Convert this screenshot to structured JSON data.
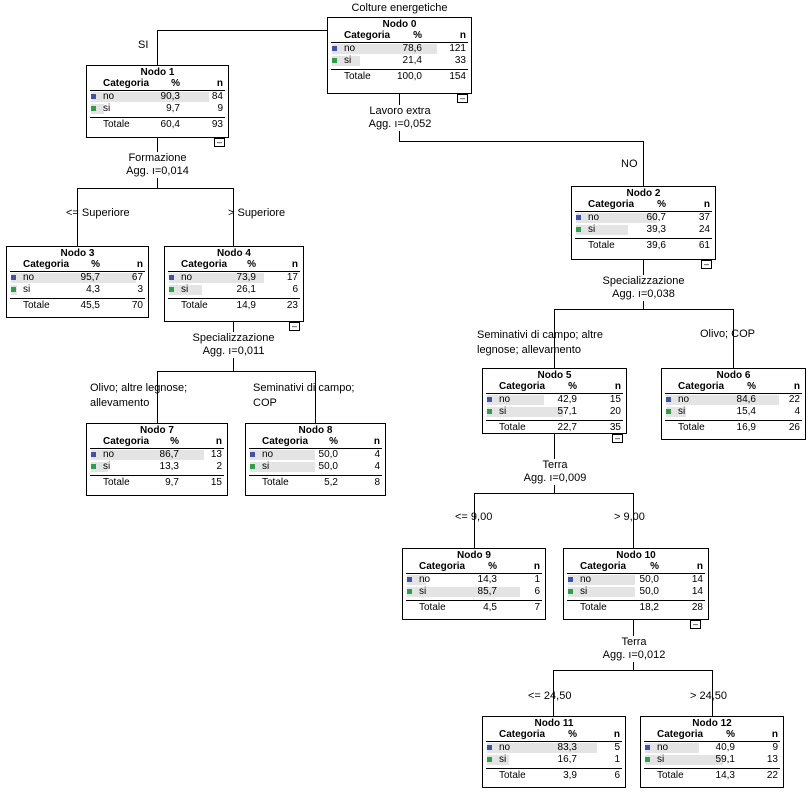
{
  "root_title": "Colture energetiche",
  "headers": {
    "category": "Categoria",
    "percent": "%",
    "n": "n"
  },
  "colors": {
    "no": "#3f51a8",
    "si": "#2e9e4a",
    "bar": "#e4e4e4"
  },
  "collapse_symbol": "–",
  "nodes": [
    {
      "title": "Nodo 0",
      "rows": [
        {
          "cat": "no",
          "pct": "78,6",
          "n": "121",
          "frac": 0.786
        },
        {
          "cat": "si",
          "pct": "21,4",
          "n": "33",
          "frac": 0.214
        }
      ],
      "total_label": "Totale",
      "total_pct": "100,0",
      "total_n": "154"
    },
    {
      "title": "Nodo 1",
      "rows": [
        {
          "cat": "no",
          "pct": "90,3",
          "n": "84",
          "frac": 0.903
        },
        {
          "cat": "si",
          "pct": "9,7",
          "n": "9",
          "frac": 0.097
        }
      ],
      "total_label": "Totale",
      "total_pct": "60,4",
      "total_n": "93"
    },
    {
      "title": "Nodo 2",
      "rows": [
        {
          "cat": "no",
          "pct": "60,7",
          "n": "37",
          "frac": 0.607
        },
        {
          "cat": "si",
          "pct": "39,3",
          "n": "24",
          "frac": 0.393
        }
      ],
      "total_label": "Totale",
      "total_pct": "39,6",
      "total_n": "61"
    },
    {
      "title": "Nodo 3",
      "rows": [
        {
          "cat": "no",
          "pct": "95,7",
          "n": "67",
          "frac": 0.957
        },
        {
          "cat": "si",
          "pct": "4,3",
          "n": "3",
          "frac": 0.043
        }
      ],
      "total_label": "Totale",
      "total_pct": "45,5",
      "total_n": "70"
    },
    {
      "title": "Nodo 4",
      "rows": [
        {
          "cat": "no",
          "pct": "73,9",
          "n": "17",
          "frac": 0.739
        },
        {
          "cat": "si",
          "pct": "26,1",
          "n": "6",
          "frac": 0.261
        }
      ],
      "total_label": "Totale",
      "total_pct": "14,9",
      "total_n": "23"
    },
    {
      "title": "Nodo 5",
      "rows": [
        {
          "cat": "no",
          "pct": "42,9",
          "n": "15",
          "frac": 0.429
        },
        {
          "cat": "si",
          "pct": "57,1",
          "n": "20",
          "frac": 0.571
        }
      ],
      "total_label": "Totale",
      "total_pct": "22,7",
      "total_n": "35"
    },
    {
      "title": "Nodo 6",
      "rows": [
        {
          "cat": "no",
          "pct": "84,6",
          "n": "22",
          "frac": 0.846
        },
        {
          "cat": "si",
          "pct": "15,4",
          "n": "4",
          "frac": 0.154
        }
      ],
      "total_label": "Totale",
      "total_pct": "16,9",
      "total_n": "26"
    },
    {
      "title": "Nodo 7",
      "rows": [
        {
          "cat": "no",
          "pct": "86,7",
          "n": "13",
          "frac": 0.867
        },
        {
          "cat": "si",
          "pct": "13,3",
          "n": "2",
          "frac": 0.133
        }
      ],
      "total_label": "Totale",
      "total_pct": "9,7",
      "total_n": "15"
    },
    {
      "title": "Nodo 8",
      "rows": [
        {
          "cat": "no",
          "pct": "50,0",
          "n": "4",
          "frac": 0.5
        },
        {
          "cat": "si",
          "pct": "50,0",
          "n": "4",
          "frac": 0.5
        }
      ],
      "total_label": "Totale",
      "total_pct": "5,2",
      "total_n": "8"
    },
    {
      "title": "Nodo 9",
      "rows": [
        {
          "cat": "no",
          "pct": "14,3",
          "n": "1",
          "frac": 0.143
        },
        {
          "cat": "si",
          "pct": "85,7",
          "n": "6",
          "frac": 0.857
        }
      ],
      "total_label": "Totale",
      "total_pct": "4,5",
      "total_n": "7"
    },
    {
      "title": "Nodo 10",
      "rows": [
        {
          "cat": "no",
          "pct": "50,0",
          "n": "14",
          "frac": 0.5
        },
        {
          "cat": "si",
          "pct": "50,0",
          "n": "14",
          "frac": 0.5
        }
      ],
      "total_label": "Totale",
      "total_pct": "18,2",
      "total_n": "28"
    },
    {
      "title": "Nodo 11",
      "rows": [
        {
          "cat": "no",
          "pct": "83,3",
          "n": "5",
          "frac": 0.833
        },
        {
          "cat": "si",
          "pct": "16,7",
          "n": "1",
          "frac": 0.167
        }
      ],
      "total_label": "Totale",
      "total_pct": "3,9",
      "total_n": "6"
    },
    {
      "title": "Nodo 12",
      "rows": [
        {
          "cat": "no",
          "pct": "40,9",
          "n": "9",
          "frac": 0.409
        },
        {
          "cat": "si",
          "pct": "59,1",
          "n": "13",
          "frac": 0.591
        }
      ],
      "total_label": "Totale",
      "total_pct": "14,3",
      "total_n": "22"
    }
  ],
  "splits": [
    {
      "variable": "Lavoro extra",
      "stat": "Agg. ı=0,052"
    },
    {
      "variable": "Formazione",
      "stat": "Agg. ı=0,014"
    },
    {
      "variable": "Specializzazione",
      "stat": "Agg. ı=0,038"
    },
    {
      "variable": "Specializzazione",
      "stat": "Agg. ı=0,011"
    },
    {
      "variable": "Terra",
      "stat": "Agg. ı=0,009"
    },
    {
      "variable": "Terra",
      "stat": "Agg. ı=0,012"
    }
  ],
  "branches": [
    {
      "text": "SI"
    },
    {
      "text": "NO"
    },
    {
      "text": "<= Superiore"
    },
    {
      "text": "> Superiore"
    },
    {
      "text": "Seminativi di campo; altre\nlegnose; allevamento"
    },
    {
      "text": "Olivo; COP"
    },
    {
      "text": "Olivo; altre legnose;\nallevamento"
    },
    {
      "text": "Seminativi di campo;\nCOP"
    },
    {
      "text": "<= 9,00"
    },
    {
      "text": "> 9,00"
    },
    {
      "text": "<= 24,50"
    },
    {
      "text": "> 24,50"
    }
  ]
}
